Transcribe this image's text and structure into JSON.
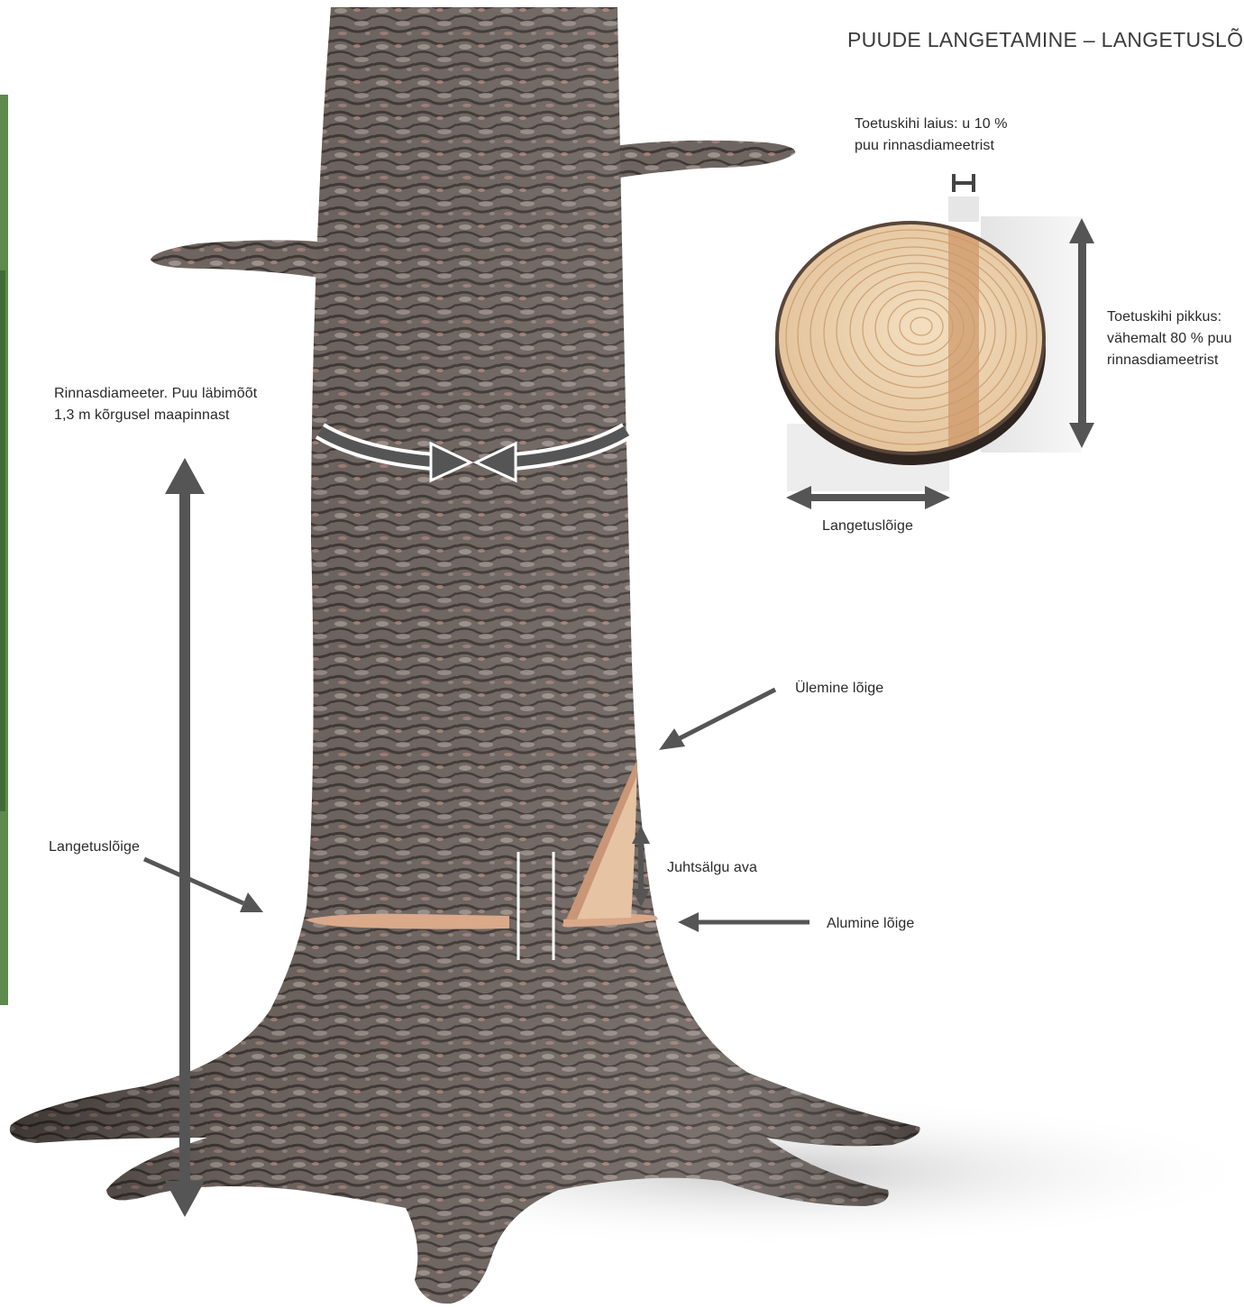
{
  "title": "PUUDE LANGETAMINE – LANGETUSLÕIGE",
  "labels": {
    "support_width": [
      "Toetuskihi laius: u 10 %",
      "puu rinnasdiameetrist"
    ],
    "support_length": [
      "Toetuskihi pikkus:",
      "vähemalt 80 % puu",
      "rinnasdiameetrist"
    ],
    "felling_cut_section": "Langetuslõige",
    "breast_diameter": [
      "Rinnasdiameeter. Puu läbimõõt",
      "1,3 m kõrgusel maapinnast"
    ],
    "upper_cut": "Ülemine lõige",
    "notch_opening": "Juhtsälgu ava",
    "lower_cut": "Alumine lõige",
    "felling_cut": "Langetuslõige"
  },
  "colors": {
    "bark": "#6f6560",
    "bark_dark": "#3f3835",
    "bark_light": "#a89c96",
    "bark_pink": "#b08a82",
    "wood": "#e8cba3",
    "wood_ring": "#c99c6e",
    "hinge_band": "#c98f5f",
    "arrow": "#555555",
    "text": "#2a2a2a"
  },
  "icons": [
    "double-arrow-icon",
    "converging-arrows-icon",
    "width-bracket-icon",
    "pointer-arrow-icon"
  ]
}
